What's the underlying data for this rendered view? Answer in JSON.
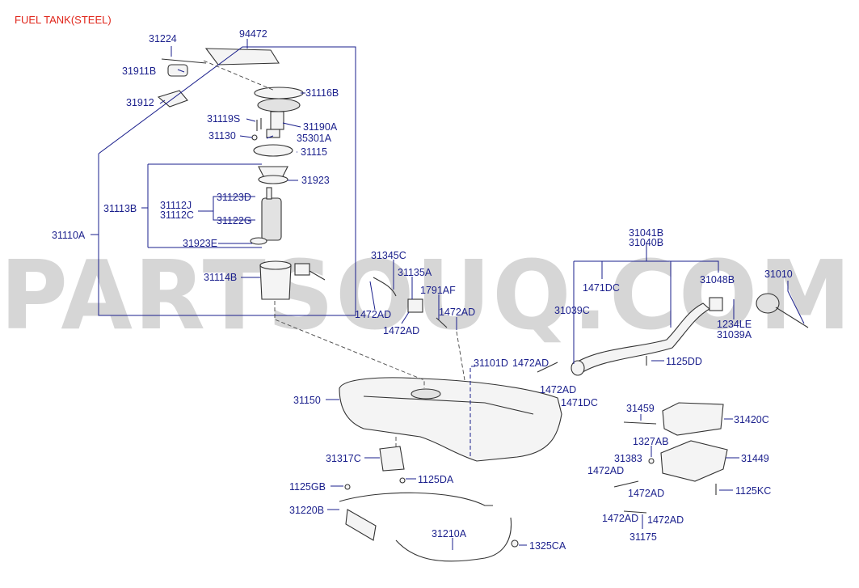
{
  "title": "FUEL TANK(STEEL)",
  "watermark": "PARTSOUQ.COM",
  "labels": {
    "p31224": "31224",
    "p94472": "94472",
    "p31911B": "31911B",
    "p31116B": "31116B",
    "p31912": "31912",
    "p31119S": "31119S",
    "p31190A": "31190A",
    "p31130": "31130",
    "p35301A": "35301A",
    "p31115": "31115",
    "p31923": "31923",
    "p31113B": "31113B",
    "p31112J": "31112J",
    "p31112C": "31112C",
    "p31123D": "31123D",
    "p31122G": "31122G",
    "p31110A": "31110A",
    "p31923E": "31923E",
    "p31114B": "31114B",
    "p31345C": "31345C",
    "p31135A": "31135A",
    "p1791AF": "1791AF",
    "p1472AD_a": "1472AD",
    "p1472AD_b": "1472AD",
    "p1472AD_c": "1472AD",
    "p31041B": "31041B",
    "p31040B": "31040B",
    "p1471DC_a": "1471DC",
    "p31048B": "31048B",
    "p31010": "31010",
    "p31039C": "31039C",
    "p1234LE": "1234LE",
    "p31039A": "31039A",
    "p31101D": "31101D",
    "p1472AD_d": "1472AD",
    "p1125DD": "1125DD",
    "p1472AD_e": "1472AD",
    "p1471DC_b": "1471DC",
    "p31150": "31150",
    "p31459": "31459",
    "p31420C": "31420C",
    "p1327AB": "1327AB",
    "p31317C": "31317C",
    "p31383": "31383",
    "p31449": "31449",
    "p1472AD_f": "1472AD",
    "p1125DA": "1125DA",
    "p1125GB": "1125GB",
    "p1472AD_g": "1472AD",
    "p1125KC": "1125KC",
    "p31220B": "31220B",
    "p31210A": "31210A",
    "p1472AD_h": "1472AD",
    "p1472AD_i": "1472AD",
    "p31175": "31175",
    "p1325CA": "1325CA"
  }
}
